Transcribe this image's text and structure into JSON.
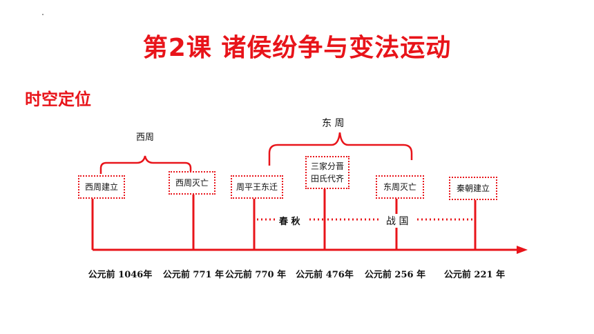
{
  "page": {
    "title": "第2课  诸侯纷争与变法运动",
    "subtitle": "时空定位"
  },
  "colors": {
    "accent": "#e8141a",
    "text": "#111111"
  },
  "timeline": {
    "periods": [
      {
        "label": "西周"
      },
      {
        "label": "东  周"
      }
    ],
    "segments": [
      {
        "label": "春 秋"
      },
      {
        "label": "战 国"
      }
    ],
    "events": [
      {
        "year_label": "公元前 1046年",
        "lines": [
          "西周建立"
        ]
      },
      {
        "year_label": "公元前 771 年",
        "lines": [
          "西周灭亡"
        ]
      },
      {
        "year_label": "公元前 770 年",
        "lines": [
          "周平王东迁"
        ]
      },
      {
        "year_label": "公元前 476年",
        "lines": [
          "三家分晋",
          "田氏代齐"
        ]
      },
      {
        "year_label": "公元前 256 年",
        "lines": [
          "东周灭亡"
        ]
      },
      {
        "year_label": "公元前 221 年",
        "lines": [
          "秦朝建立"
        ]
      }
    ]
  }
}
